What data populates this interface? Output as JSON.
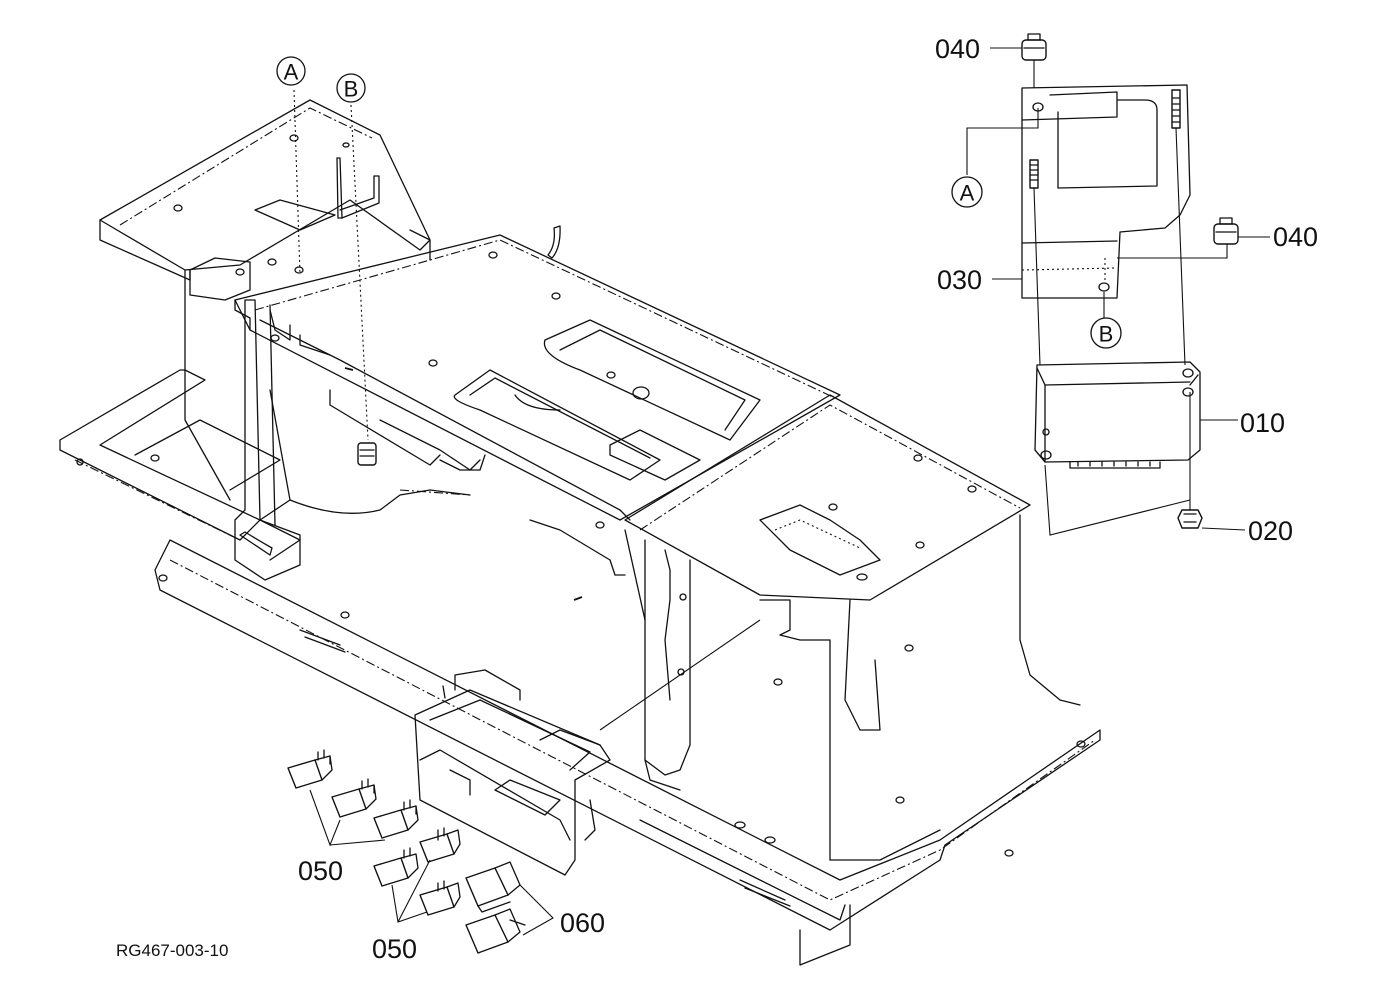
{
  "diagram": {
    "reference_code": "RG467-003-10",
    "callouts": {
      "a_top": "A",
      "b_top": "B",
      "a_right": "A",
      "b_right": "B"
    },
    "parts": {
      "p040_top": "040",
      "p040_right": "040",
      "p030": "030",
      "p010": "010",
      "p020": "020",
      "p050_upper": "050",
      "p050_lower": "050",
      "p060": "060"
    }
  }
}
